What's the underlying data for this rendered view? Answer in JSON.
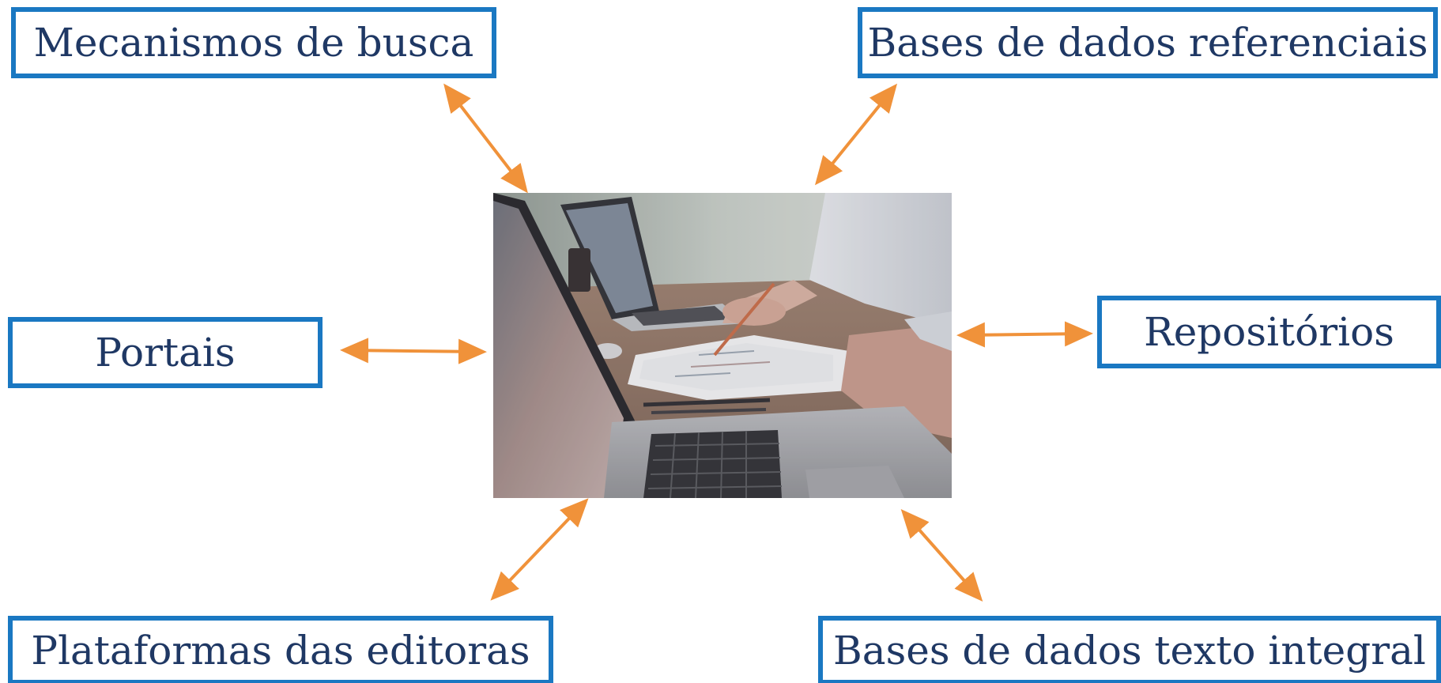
{
  "nodes": {
    "busca": "Mecanismos de busca",
    "referenciais": "Bases de dados referenciais",
    "portais": "Portais",
    "repositorios": "Repositórios",
    "editoras": "Plataformas das editoras",
    "texto_integral": "Bases de dados texto integral"
  },
  "colors": {
    "box_border": "#1a78c2",
    "label_text": "#1f3864",
    "arrow": "#f0923a"
  },
  "center_image": "photo: hands writing on paper beside laptops"
}
